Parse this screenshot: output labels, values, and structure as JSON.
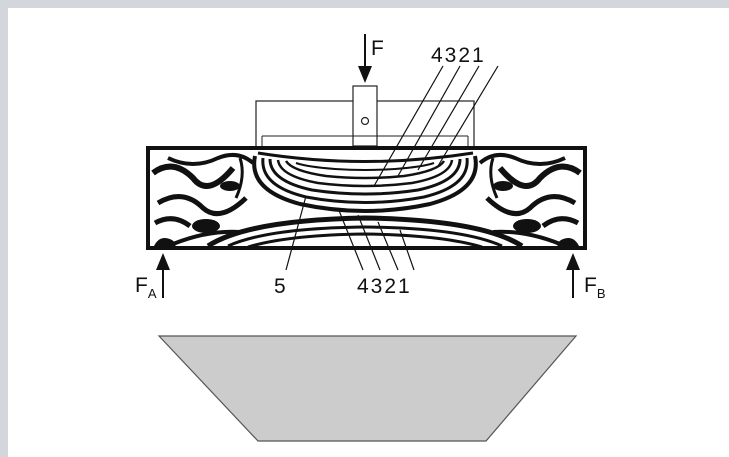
{
  "labels": {
    "load": "F",
    "support_left_main": "F",
    "support_left_sub": "A",
    "support_right_main": "F",
    "support_right_sub": "B",
    "fringes_top": "4321",
    "fringes_bottom": "4321",
    "fringe_5": "5"
  },
  "colors": {
    "background": "#d3d7db",
    "panel": "#ffffff",
    "ink": "#111111",
    "trapezoid_fill": "#cccccc",
    "trapezoid_stroke": "#555555"
  }
}
